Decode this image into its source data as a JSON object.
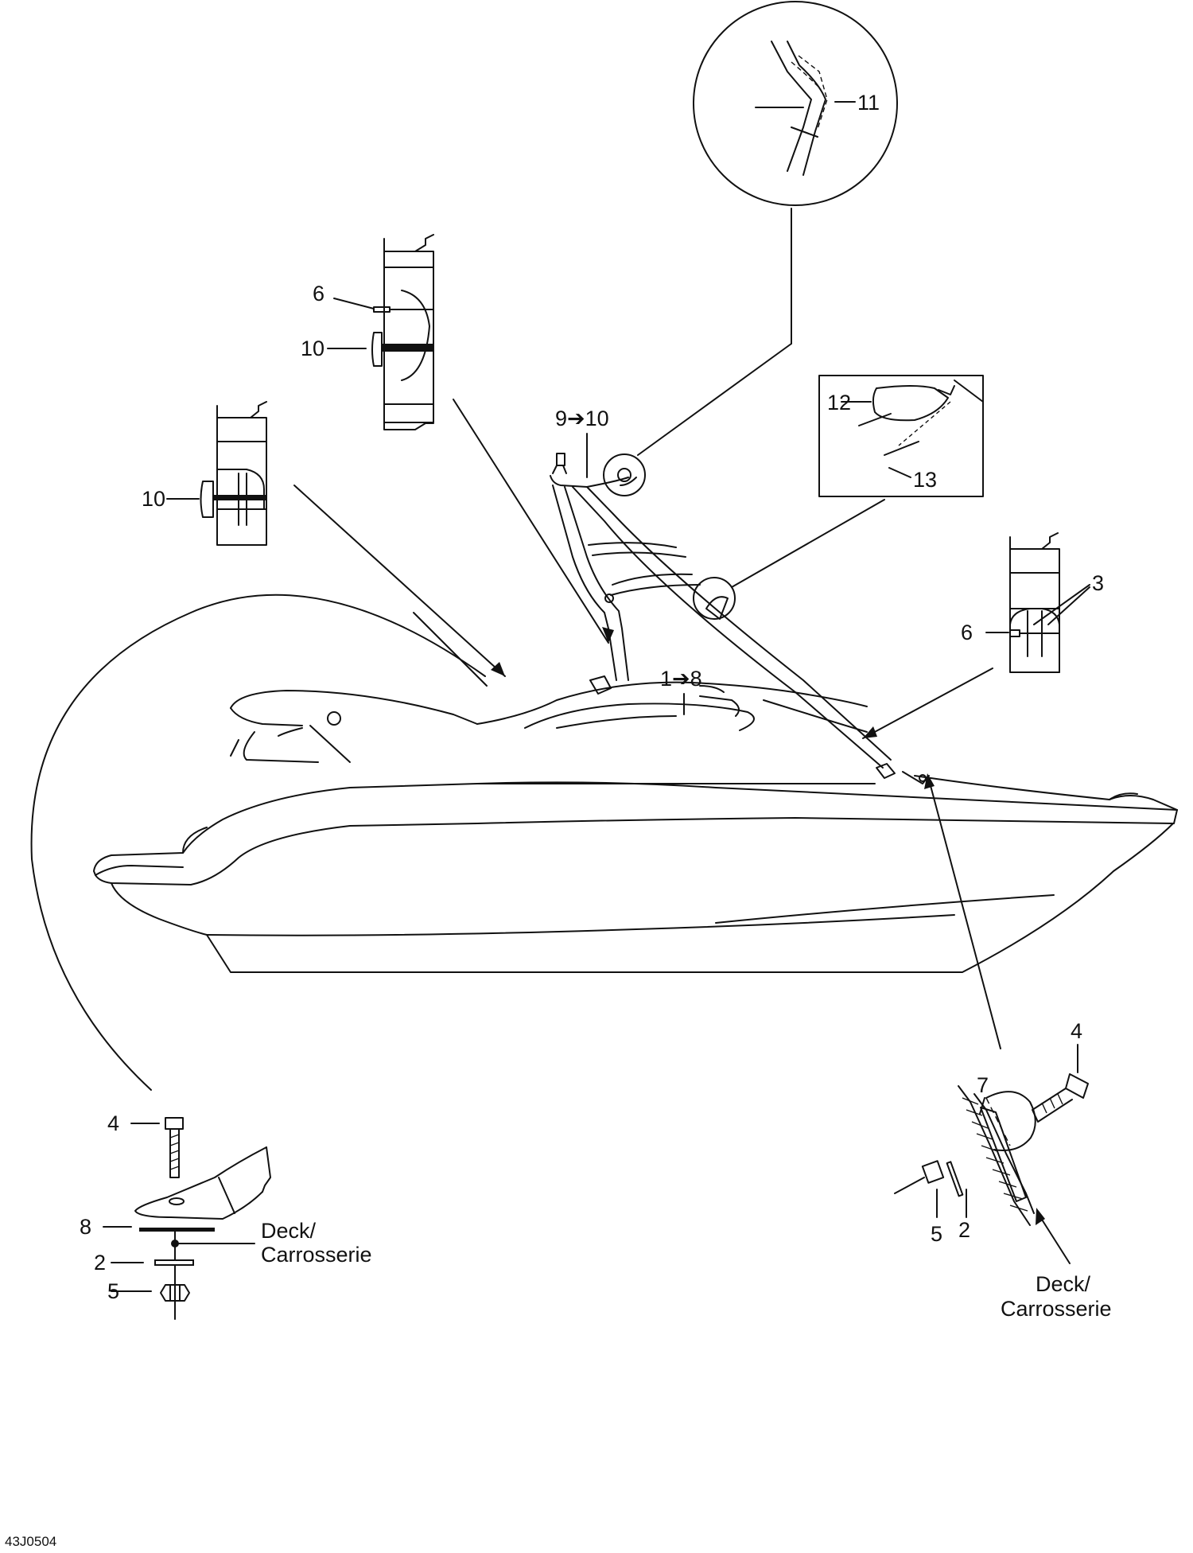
{
  "diagram_id": "43J0504",
  "callouts": {
    "c1": "1➔8",
    "c2a": "2",
    "c2b": "2",
    "c3": "3",
    "c4a": "4",
    "c4b": "4",
    "c5a": "5",
    "c5b": "5",
    "c6a": "6",
    "c6b": "6",
    "c7": "7",
    "c8": "8",
    "c9": "9➔10",
    "c10a": "10",
    "c10b": "10",
    "c11": "11",
    "c12": "12",
    "c13": "13"
  },
  "deck_label_left": {
    "line1": "Deck/",
    "line2": "Carrosserie"
  },
  "deck_label_right": {
    "line1": "Deck/",
    "line2": "Carrosserie"
  }
}
